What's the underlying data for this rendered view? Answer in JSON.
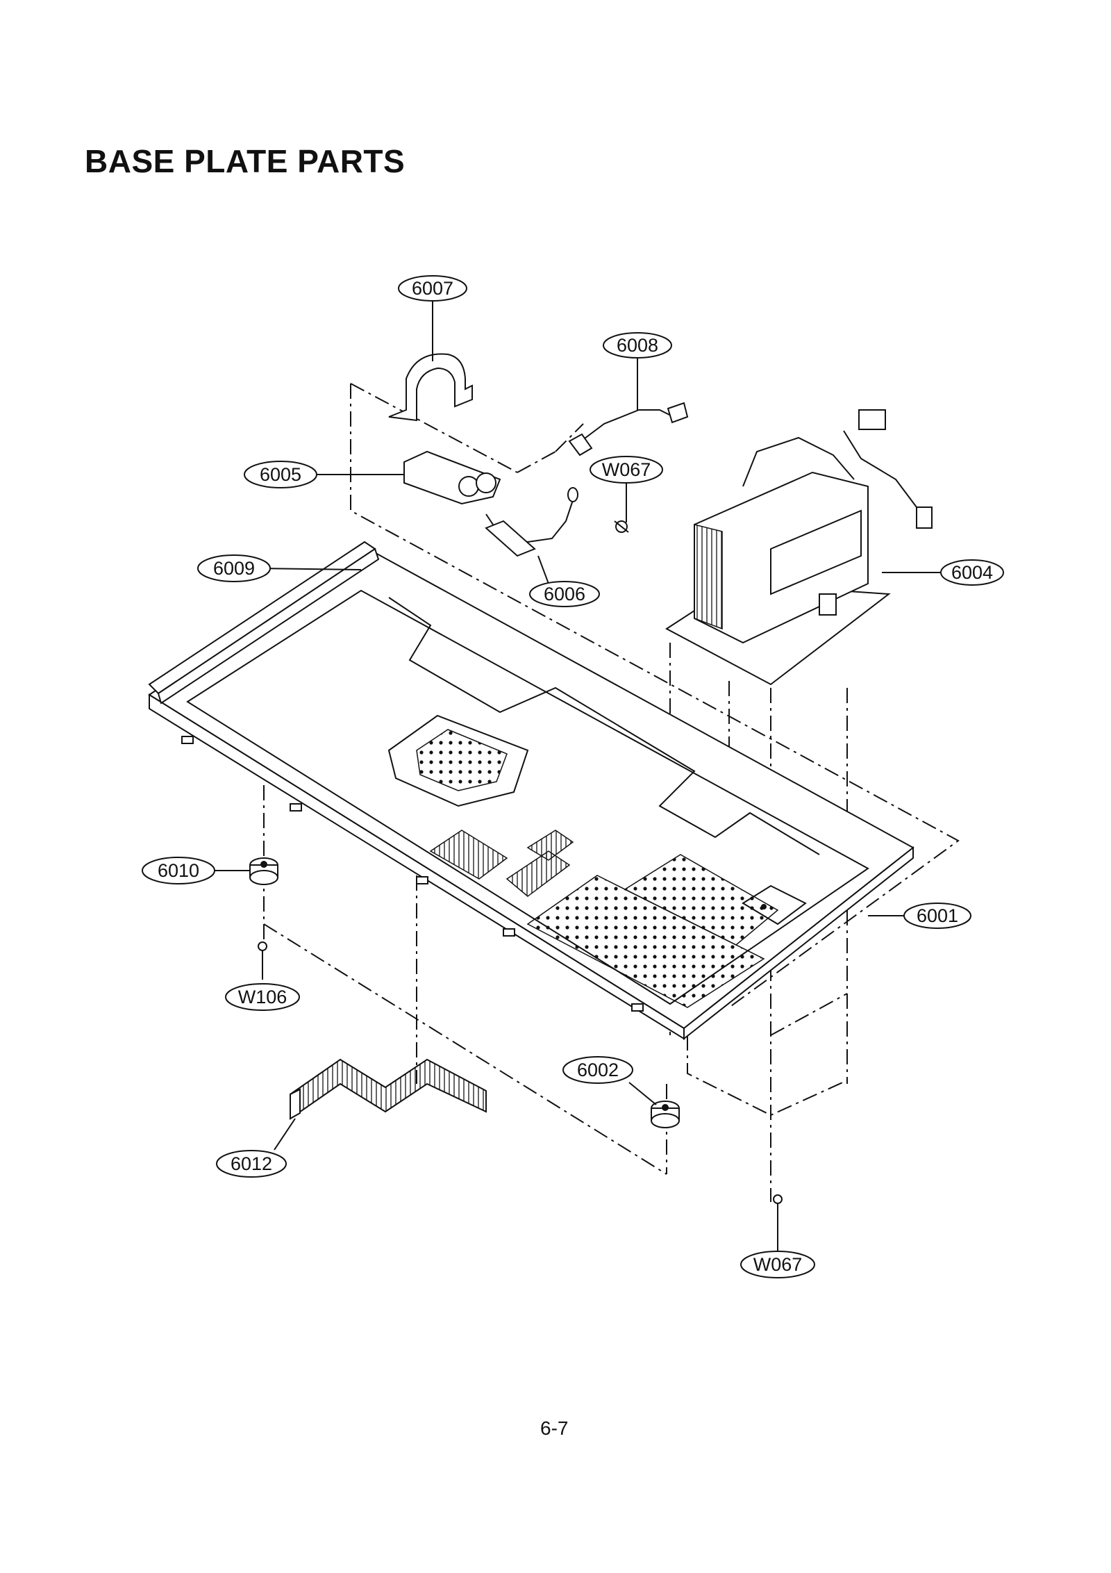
{
  "page": {
    "title": "BASE PLATE PARTS",
    "page_number": "6-7"
  },
  "callouts": {
    "c6001": "6001",
    "c6002": "6002",
    "c6004": "6004",
    "c6005": "6005",
    "c6006": "6006",
    "c6007": "6007",
    "c6008": "6008",
    "c6009": "6009",
    "c6010": "6010",
    "c6012": "6012",
    "cW067a": "W067",
    "cW067b": "W067",
    "cW106": "W106"
  }
}
